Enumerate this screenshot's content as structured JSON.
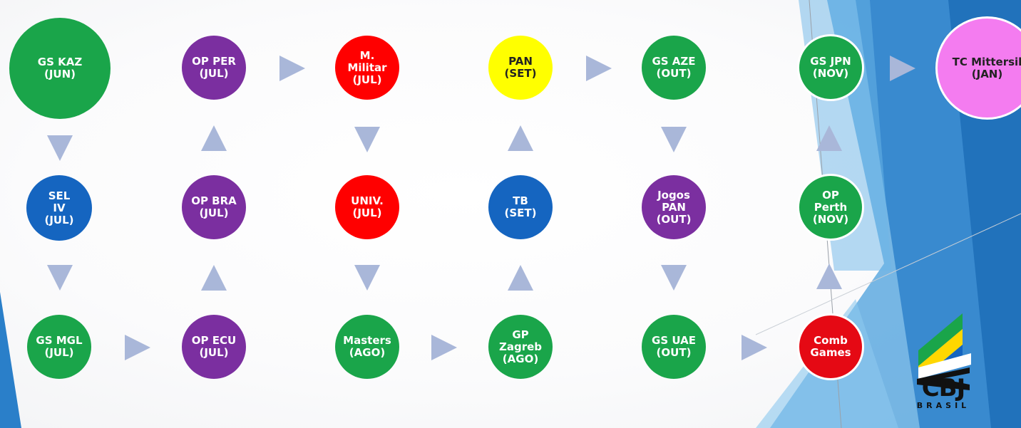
{
  "nodes": [
    {
      "id": "gs-kaz",
      "label": "GS KAZ\n(JUN)",
      "color": "#1aa54a"
    },
    {
      "id": "op-per",
      "label": "OP PER\n(JUL)",
      "color": "#7b2fa0"
    },
    {
      "id": "m-militar",
      "label": "M.\nMilitar\n(JUL)",
      "color": "#ff0000"
    },
    {
      "id": "pan-set",
      "label": "PAN\n(SET)",
      "color": "#ffff00"
    },
    {
      "id": "gs-aze",
      "label": "GS AZE\n(OUT)",
      "color": "#1aa54a"
    },
    {
      "id": "gs-jpn",
      "label": "GS JPN\n(NOV)",
      "color": "#1aa54a"
    },
    {
      "id": "tc-mittersill",
      "label": "TC Mittersil\n(JAN)",
      "color": "#f47cf0"
    },
    {
      "id": "sel-iv",
      "label": "SEL\nIV\n(JUL)",
      "color": "#1565c0"
    },
    {
      "id": "op-bra",
      "label": "OP BRA\n(JUL)",
      "color": "#7b2fa0"
    },
    {
      "id": "univ",
      "label": "UNIV.\n(JUL)",
      "color": "#ff0000"
    },
    {
      "id": "tb-set",
      "label": "TB\n(SET)",
      "color": "#1565c0"
    },
    {
      "id": "jogos-pan",
      "label": "Jogos\nPAN\n(OUT)",
      "color": "#7b2fa0"
    },
    {
      "id": "op-perth",
      "label": "OP\nPerth\n(NOV)",
      "color": "#1aa54a"
    },
    {
      "id": "gs-mgl",
      "label": "GS MGL\n(JUL)",
      "color": "#1aa54a"
    },
    {
      "id": "op-ecu",
      "label": "OP ECU\n(JUL)",
      "color": "#7b2fa0"
    },
    {
      "id": "masters",
      "label": "Masters\n(AGO)",
      "color": "#1aa54a"
    },
    {
      "id": "gp-zagreb",
      "label": "GP\nZagreb\n(AGO)",
      "color": "#1aa54a"
    },
    {
      "id": "gs-uae",
      "label": "GS UAE\n(OUT)",
      "color": "#1aa54a"
    },
    {
      "id": "comb-games",
      "label": "Comb\nGames",
      "color": "#e50914"
    }
  ],
  "logo": {
    "text": "CBJ",
    "subtext": "BRASIL",
    "colors": {
      "green": "#1aa54a",
      "yellow": "#ffd700",
      "blue": "#1565c0"
    }
  },
  "arrow_color": "#a9b7d9"
}
